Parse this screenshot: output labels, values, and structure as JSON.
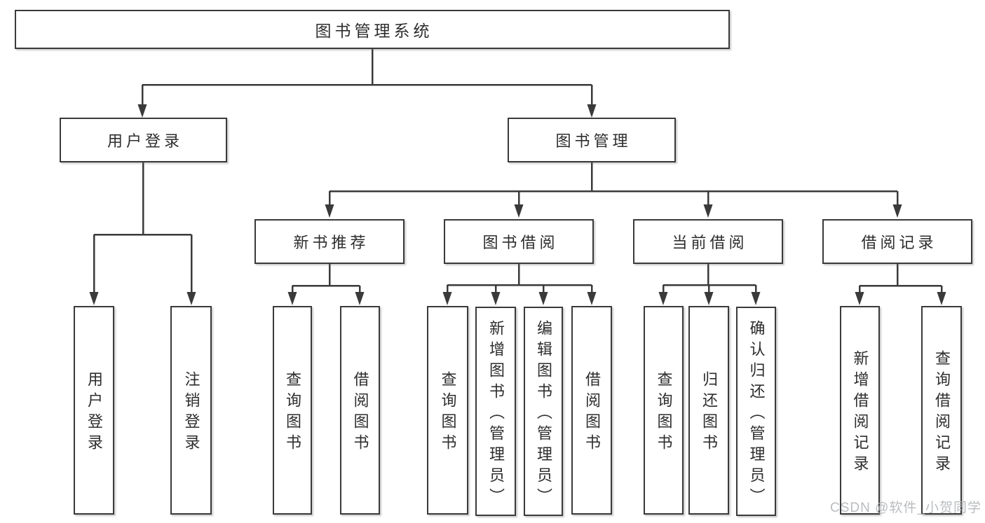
{
  "tree": {
    "root": "图书管理系统",
    "level2": [
      "用户登录",
      "图书管理"
    ],
    "level3": [
      "新书推荐",
      "图书借阅",
      "当前借阅",
      "借阅记录"
    ],
    "leaves": {
      "user_login": [
        "用户登录",
        "注销登录"
      ],
      "new_books": [
        "查询图书",
        "借阅图书"
      ],
      "book_borrow": [
        "查询图书",
        "新增图书（管理员）",
        "编辑图书（管理员）",
        "借阅图书"
      ],
      "current_borrow": [
        "查询图书",
        "归还图书",
        "确认归还（管理员）"
      ],
      "borrow_records": [
        "新增借阅记录",
        "查询借阅记录"
      ]
    }
  },
  "watermark": "CSDN @软件_小贺同学",
  "colors": {
    "line": "#3a3a3a",
    "box_border": "#3a3a3a",
    "text": "#2d2d2d",
    "background": "#ffffff",
    "watermark": "#b2b6ba"
  }
}
